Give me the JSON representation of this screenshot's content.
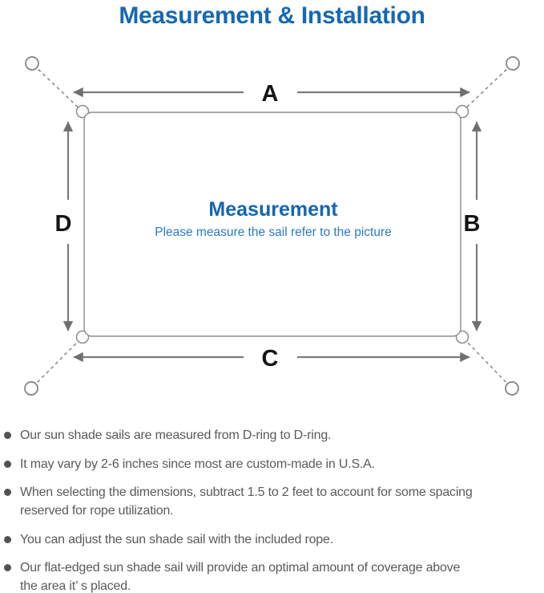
{
  "title": "Measurement & Installation",
  "diagram": {
    "dimension_labels": {
      "top": "A",
      "right": "B",
      "bottom": "C",
      "left": "D"
    },
    "center_heading": "Measurement",
    "center_note": "Please measure the sail refer to the picture"
  },
  "notes": [
    {
      "lines": [
        "Our sun shade sails are measured from D-ring to D-ring."
      ]
    },
    {
      "lines": [
        "It may vary by 2-6 inches since most are custom-made in U.S.A."
      ]
    },
    {
      "lines": [
        "When selecting the dimensions, subtract 1.5 to 2 feet to account for some spacing",
        "reserved for rope utilization."
      ]
    },
    {
      "lines": [
        "You can adjust the sun shade sail with the included rope."
      ]
    },
    {
      "lines": [
        "Our flat-edged sun shade sail will provide an optimal amount of coverage above",
        "the area it’ s placed."
      ]
    }
  ],
  "colors": {
    "accent_blue": "#1668b2",
    "note_blue": "#2b7ac0",
    "line_gray": "#8c8c8c",
    "arrow_gray": "#7b7b7b",
    "text_gray": "#5a5a5a",
    "label_black": "#141414"
  }
}
